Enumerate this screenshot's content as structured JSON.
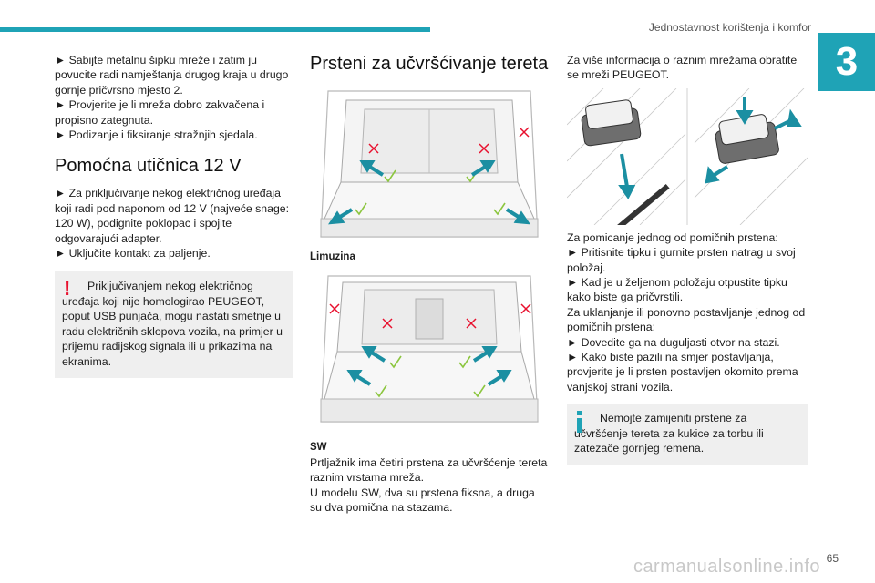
{
  "header": {
    "title": "Jednostavnost korištenja i komfor",
    "chapter": "3"
  },
  "col1": {
    "para1": "► Sabijte metalnu šipku mreže i zatim ju povucite radi namještanja drugog kraja u drugo gornje pričvrsno mjesto 2.",
    "para2": "► Provjerite je li mreža dobro zakvačena i propisno zategnuta.",
    "para3": "► Podizanje i fiksiranje stražnjih sjedala.",
    "heading": "Pomoćna utičnica 12 V",
    "para4": "► Za priključivanje nekog električnog uređaja koji radi pod naponom od 12 V (najveće snage: 120 W), podignite poklopac i spojite odgovarajući adapter.",
    "para5": "► Uključite kontakt za paljenje.",
    "warning": "Priključivanjem nekog električnog uređaja koji nije homologirao PEUGEOT, poput USB punjača, mogu nastati smetnje u radu električnih sklopova vozila, na primjer u prijemu radijskog signala ili u prikazima na ekranima."
  },
  "col2": {
    "heading": "Prsteni za učvršćivanje tereta",
    "caption1": "Limuzina",
    "caption2": "SW",
    "para1": "Prtljažnik ima četiri prstena za učvršćenje tereta raznim vrstama mreža.",
    "para2": "U modelu SW, dva su prstena fiksna, a druga su dva pomična na stazama."
  },
  "col3": {
    "para1": "Za više informacija o raznim mrežama obratite se mreži PEUGEOT.",
    "para2": "Za pomicanje jednog od pomičnih prstena:",
    "para3": "► Pritisnite tipku i gurnite prsten natrag u svoj položaj.",
    "para4": "► Kad je u željenom položaju otpustite tipku kako biste ga pričvrstili.",
    "para5": "Za uklanjanje ili ponovno postavljanje jednog od pomičnih prstena:",
    "para6": "► Dovedite ga na duguljasti otvor na stazi.",
    "para7": "► Kako biste pazili na smjer postavljanja, provjerite je li prsten postavljen okomito prema vanjskoj strani vozila.",
    "info": "Nemojte zamijeniti prstene za učvršćenje tereta za kukice za torbu ili zatezače gornjeg remena."
  },
  "footer": {
    "page": "65",
    "watermark": "carmanualsonline.info"
  },
  "colors": {
    "accent": "#1fa3b6",
    "warning": "#e8102e",
    "arrow": "#1b8fa2",
    "check": "#8cc63f"
  }
}
